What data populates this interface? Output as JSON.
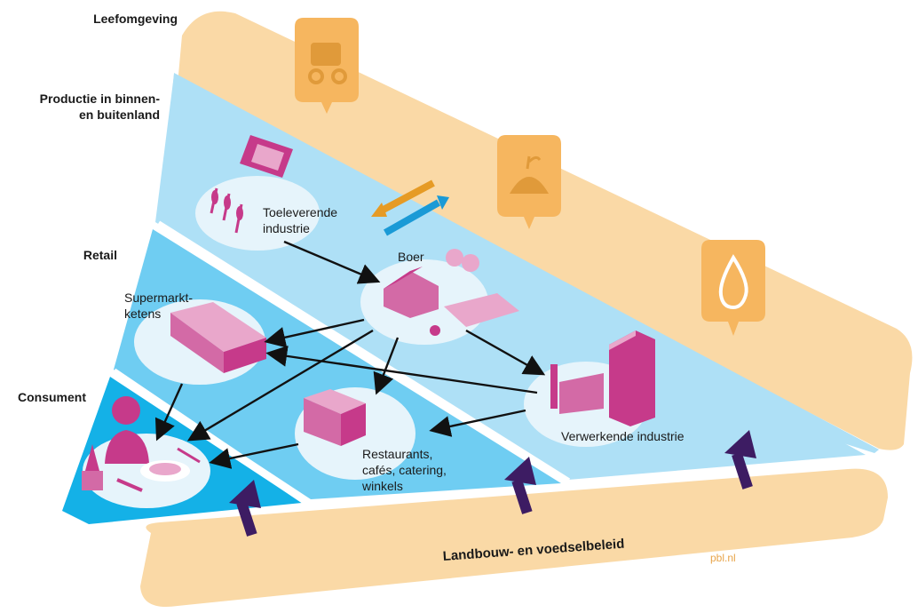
{
  "layers": {
    "living_environment": "Leefomgeving",
    "production": "Productie in binnen- en buitenland",
    "production_line1": "Productie in binnen-",
    "production_line2": "en buitenland",
    "retail": "Retail",
    "consumer": "Consument"
  },
  "nodes": {
    "supplier_line1": "Toeleverende",
    "supplier_line2": "industrie",
    "farmer": "Boer",
    "supermarket_line1": "Supermarkt-",
    "supermarket_line2": "ketens",
    "restaurants_line1": "Restaurants,",
    "restaurants_line2": "cafés, catering,",
    "restaurants_line3": "winkels",
    "processing": "Verwerkende industrie"
  },
  "policy": "Landbouw- en voedselbeleid",
  "source": "pbl.nl",
  "environment_icons": [
    "tractor-icon",
    "soil-icon",
    "water-drop-icon"
  ],
  "colors": {
    "orange_band": "#fad9a6",
    "orange_icon": "#f6b65f",
    "production_band": "#aee0f6",
    "retail_band": "#6fcdf2",
    "consumer_band": "#14b1e7",
    "magenta": "#c63a8a",
    "pink_light": "#e9a7cb",
    "arrow_dark": "#3d1c63",
    "arrow_orange": "#e69b25",
    "arrow_blue": "#1a9ad6"
  }
}
